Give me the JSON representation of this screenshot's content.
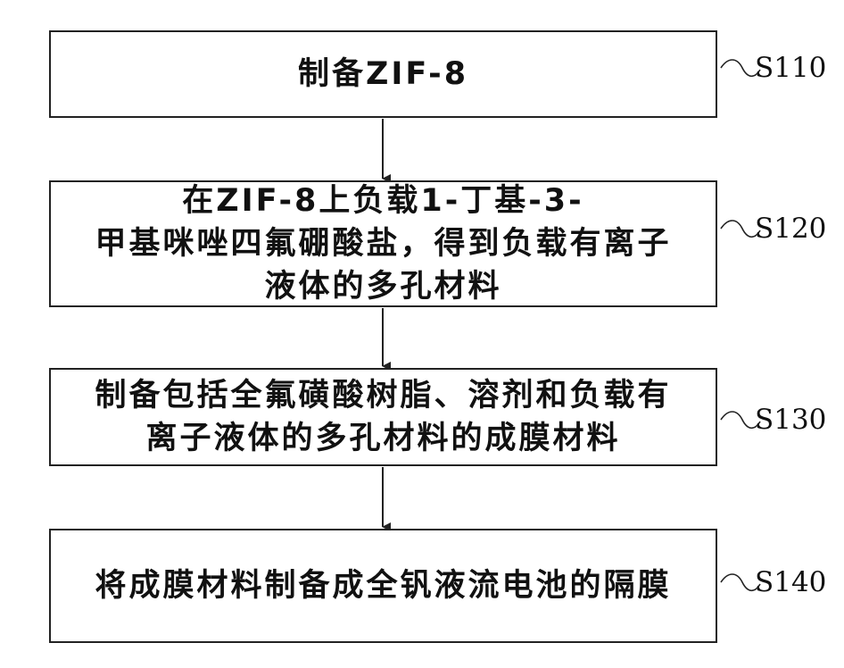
{
  "steps": [
    {
      "id": "S110",
      "lines": [
        "制备ZIF-8"
      ]
    },
    {
      "id": "S120",
      "lines": [
        "在ZIF-8上负载1-丁基-3-",
        "甲基咪唑四氟硼酸盐，得到负载有离子",
        "液体的多孔材料"
      ]
    },
    {
      "id": "S130",
      "lines": [
        "制备包括全氟磺酸树脂、溶剂和负载有",
        "离子液体的多孔材料的成膜材料"
      ]
    },
    {
      "id": "S140",
      "lines": [
        "将成膜材料制备成全钒液流电池的隔膜"
      ]
    }
  ],
  "colors": {
    "stroke": "#222222",
    "text": "#111111",
    "background": "#ffffff"
  }
}
